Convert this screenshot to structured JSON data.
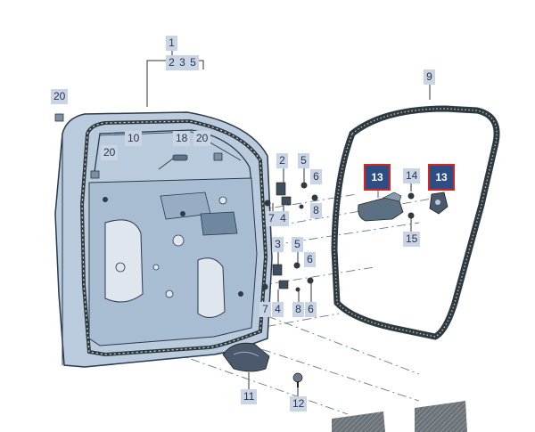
{
  "labels": {
    "l1": "1",
    "l235a": "2",
    "l235b": "3",
    "l235c": "5",
    "l9": "9",
    "l20a": "20",
    "l10": "10",
    "l18": "18",
    "l20b": "20",
    "l20c": "20",
    "l2a": "2",
    "l5a": "5",
    "l6a": "6",
    "l7a": "7",
    "l4a": "4",
    "l8a": "8",
    "l13a": "13",
    "l14": "14",
    "l13b": "13",
    "l15": "15",
    "l3": "3",
    "l5b": "5",
    "l6b": "6",
    "l7b": "7",
    "l4b": "4",
    "l8b": "8",
    "l11": "11",
    "l12": "12"
  },
  "colors": {
    "door_fill": "#b9cbdc",
    "door_stroke": "#2b3a4e",
    "label_bg": "#c9d4e4",
    "highlight_bg": "#2d4d86",
    "highlight_border": "#d9251d",
    "seal_dark": "#2f3a40"
  },
  "icons": [
    "door-shell",
    "door-seal",
    "door-handle",
    "lock-mechanism",
    "striker",
    "screw",
    "clip",
    "sound-pad"
  ]
}
